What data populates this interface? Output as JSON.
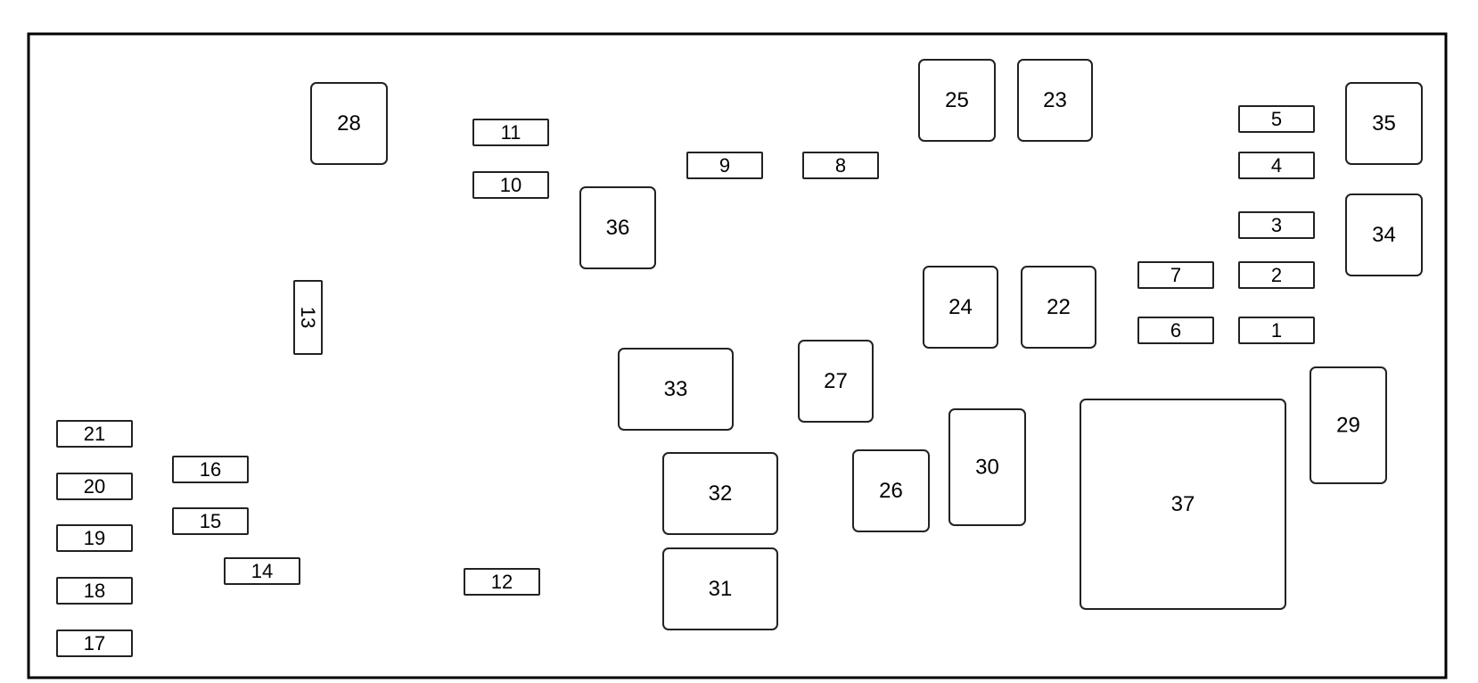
{
  "colors": {
    "outline": "#000000",
    "fill": "#ffffff",
    "text": "#000000"
  },
  "components": [
    {
      "id": "c1",
      "label": "1",
      "kind": "fuse"
    },
    {
      "id": "c2",
      "label": "2",
      "kind": "fuse"
    },
    {
      "id": "c3",
      "label": "3",
      "kind": "fuse"
    },
    {
      "id": "c4",
      "label": "4",
      "kind": "fuse"
    },
    {
      "id": "c5",
      "label": "5",
      "kind": "fuse"
    },
    {
      "id": "c6",
      "label": "6",
      "kind": "fuse"
    },
    {
      "id": "c7",
      "label": "7",
      "kind": "fuse"
    },
    {
      "id": "c8",
      "label": "8",
      "kind": "fuse"
    },
    {
      "id": "c9",
      "label": "9",
      "kind": "fuse"
    },
    {
      "id": "c10",
      "label": "10",
      "kind": "fuse"
    },
    {
      "id": "c11",
      "label": "11",
      "kind": "fuse"
    },
    {
      "id": "c12",
      "label": "12",
      "kind": "fuse"
    },
    {
      "id": "c13",
      "label": "13",
      "kind": "fuse"
    },
    {
      "id": "c14",
      "label": "14",
      "kind": "fuse"
    },
    {
      "id": "c15",
      "label": "15",
      "kind": "fuse"
    },
    {
      "id": "c16",
      "label": "16",
      "kind": "fuse"
    },
    {
      "id": "c17",
      "label": "17",
      "kind": "fuse"
    },
    {
      "id": "c18",
      "label": "18",
      "kind": "fuse"
    },
    {
      "id": "c19",
      "label": "19",
      "kind": "fuse"
    },
    {
      "id": "c20",
      "label": "20",
      "kind": "fuse"
    },
    {
      "id": "c21",
      "label": "21",
      "kind": "fuse"
    },
    {
      "id": "c22",
      "label": "22",
      "kind": "relay"
    },
    {
      "id": "c23",
      "label": "23",
      "kind": "relay"
    },
    {
      "id": "c24",
      "label": "24",
      "kind": "relay"
    },
    {
      "id": "c25",
      "label": "25",
      "kind": "relay"
    },
    {
      "id": "c26",
      "label": "26",
      "kind": "relay"
    },
    {
      "id": "c27",
      "label": "27",
      "kind": "relay"
    },
    {
      "id": "c28",
      "label": "28",
      "kind": "relay"
    },
    {
      "id": "c29",
      "label": "29",
      "kind": "relay"
    },
    {
      "id": "c30",
      "label": "30",
      "kind": "relay"
    },
    {
      "id": "c31",
      "label": "31",
      "kind": "relay"
    },
    {
      "id": "c32",
      "label": "32",
      "kind": "relay"
    },
    {
      "id": "c33",
      "label": "33",
      "kind": "relay"
    },
    {
      "id": "c34",
      "label": "34",
      "kind": "relay"
    },
    {
      "id": "c35",
      "label": "35",
      "kind": "relay"
    },
    {
      "id": "c36",
      "label": "36",
      "kind": "relay"
    },
    {
      "id": "c37",
      "label": "37",
      "kind": "relay"
    }
  ]
}
